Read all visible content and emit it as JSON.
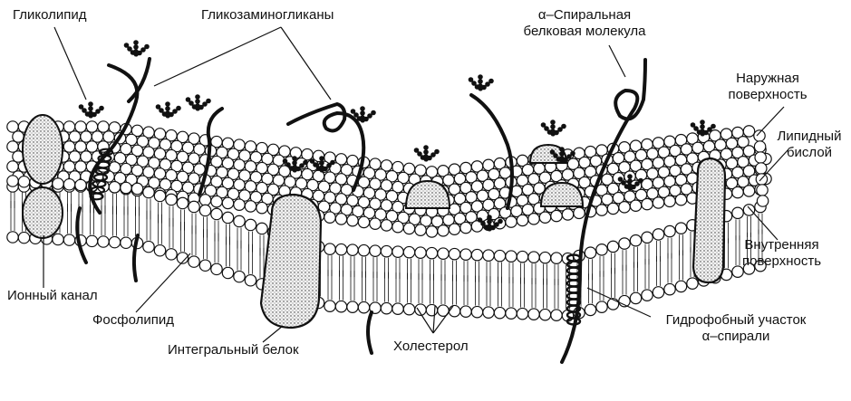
{
  "labels": {
    "glycolipid": "Гликолипид",
    "glycosaminoglycans": "Гликозаминогликаны",
    "alpha_helix_line1": "α–Спиральная",
    "alpha_helix_line2": "белковая молекула",
    "outer_surface_line1": "Наружная",
    "outer_surface_line2": "поверхность",
    "lipid_bilayer_line1": "Липидный",
    "lipid_bilayer_line2": "бислой",
    "inner_surface_line1": "Внутренняя",
    "inner_surface_line2": "поверхность",
    "ion_channel": "Ионный канал",
    "phospholipid": "Фосфолипид",
    "integral_protein": "Интегральный белок",
    "cholesterol": "Холестерол",
    "hydrophobic_line1": "Гидрофобный участок",
    "hydrophobic_line2": "α–спирали"
  },
  "colors": {
    "ink": "#111111",
    "protein_fill": "#d8d8d8",
    "head_fill": "#ffffff"
  }
}
